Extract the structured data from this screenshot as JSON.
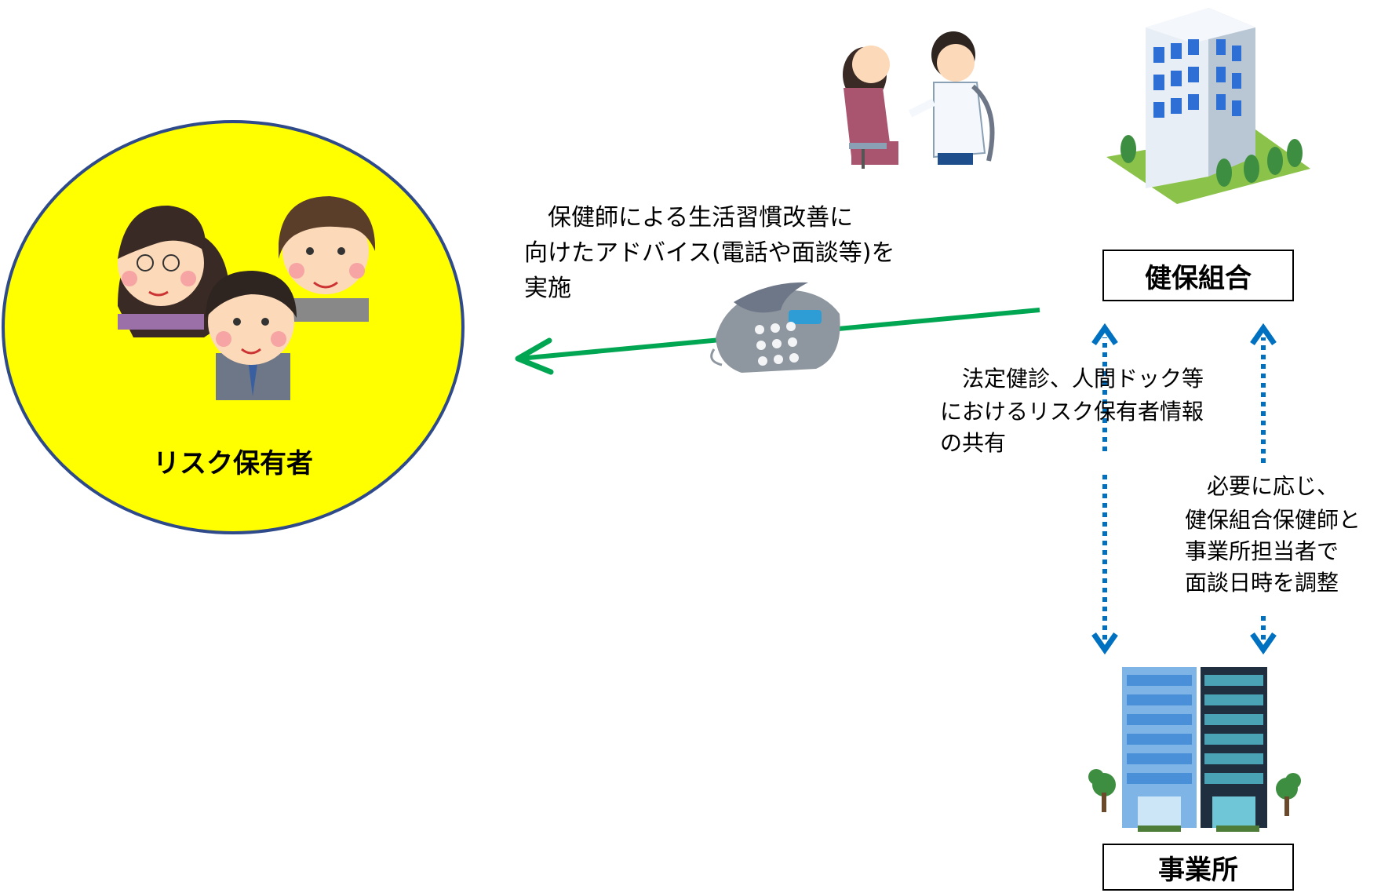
{
  "nodes": {
    "risk_holders": {
      "label": "リスク保有者",
      "color": "#ffff00",
      "border": "#2f4a8a"
    },
    "kenpo": {
      "label": "健保組合"
    },
    "office": {
      "label": "事業所"
    }
  },
  "edges": {
    "advice": {
      "text_line1": "　保健師による生活習慣改善に",
      "text_line2": "向けたアドバイス(電話や面談等)を",
      "text_line3": "実施",
      "color": "#00a651"
    },
    "share": {
      "text_line1": "　法定健診、人間ドック等",
      "text_line2": "におけるリスク保有者情報",
      "text_line3": "の共有",
      "color": "#0070c0"
    },
    "schedule": {
      "text_line1": "　必要に応じ、",
      "text_line2": "健保組合保健師と",
      "text_line3": "事業所担当者で",
      "text_line4": "面談日時を調整",
      "color": "#0070c0"
    }
  },
  "icons": [
    "people-icon",
    "counseling-icon",
    "building-icon",
    "telephone-icon",
    "office-buildings-icon"
  ]
}
